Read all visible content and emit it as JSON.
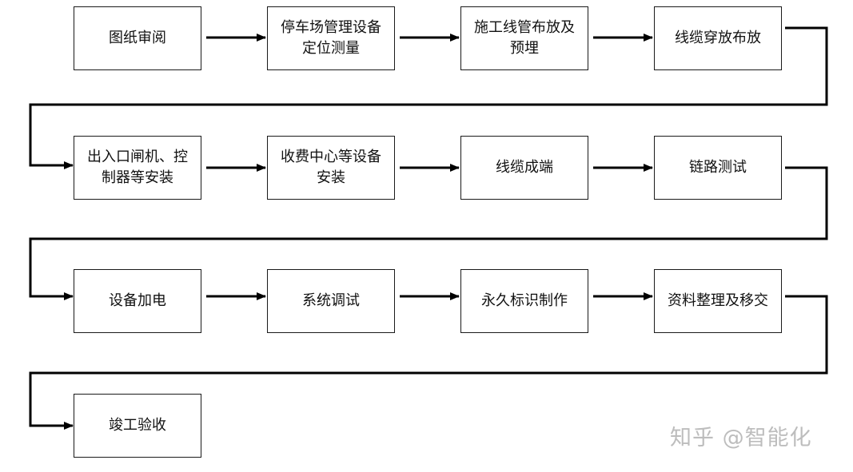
{
  "flowchart": {
    "steps": [
      "图纸审阅",
      "停车场管理设备定位测量",
      "施工线管布放及预埋",
      "线缆穿放布放",
      "出入口闸机、控制器等安装",
      "收费中心等设备安装",
      "线缆成端",
      "链路测试",
      "设备加电",
      "系统调试",
      "永久标识制作",
      "资料整理及移交",
      "竣工验收"
    ]
  },
  "watermark": {
    "site": "知乎",
    "handle": "@智能化"
  }
}
